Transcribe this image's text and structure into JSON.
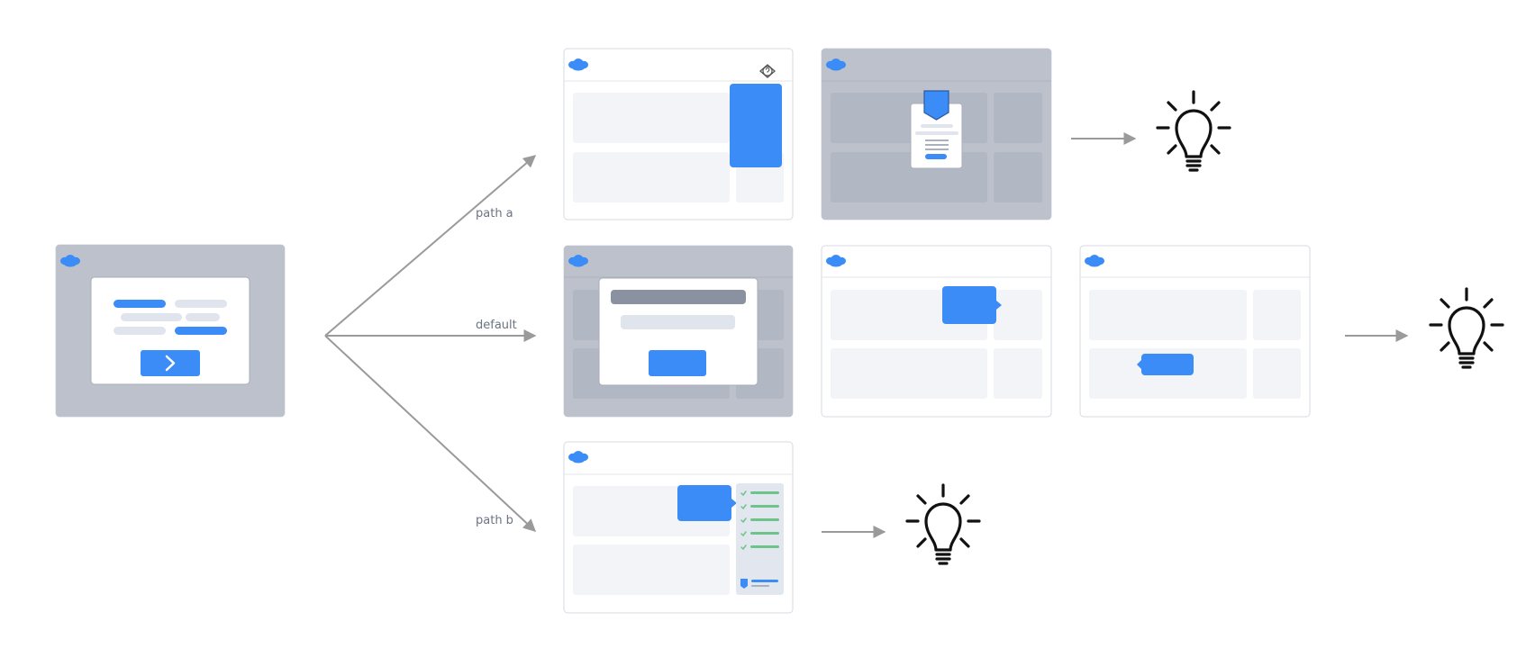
{
  "labels": {
    "path_a": "path a",
    "default": "default",
    "path_b": "path b"
  },
  "icons": {
    "logo": "salesforce-cloud-icon",
    "help": "question-mark-icon",
    "chevron": "chevron-right-icon",
    "badge": "bookmark-badge-icon",
    "idea": "lightbulb-icon",
    "check": "checkmark-icon"
  },
  "colors": {
    "accent": "#3b8cf6",
    "overlay": "#bcc1cc",
    "panel_gray": "#8a91a0",
    "check_green": "#6cc48a",
    "arrow": "#9a9a9a"
  }
}
